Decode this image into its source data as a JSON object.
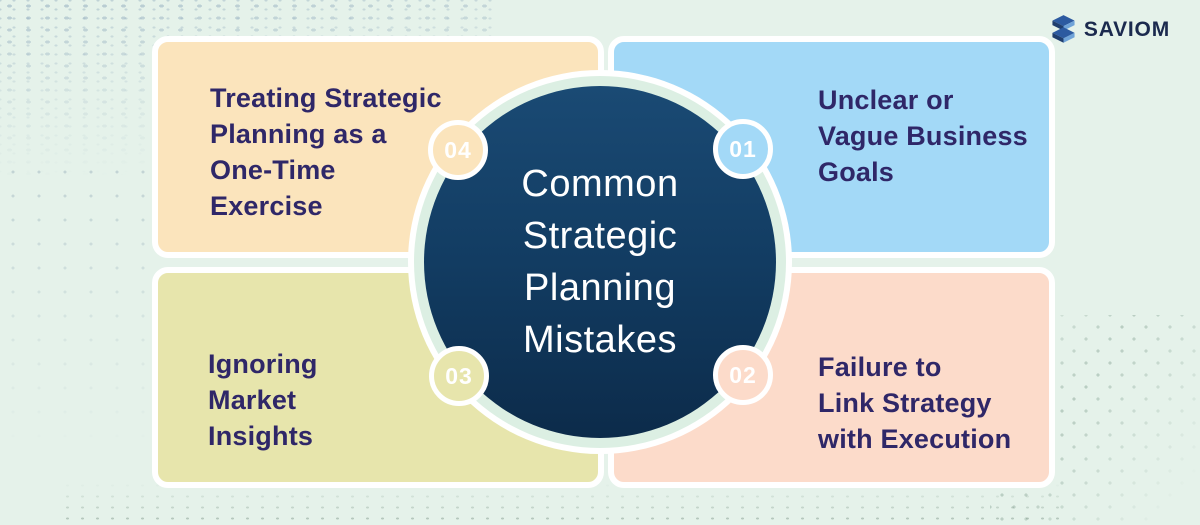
{
  "page": {
    "background_color": "#E5F2EA",
    "ring_color": "#DCEFE3",
    "card_text_color": "#2F2768"
  },
  "logo": {
    "wordmark": "SAVIOM",
    "color": "#1B2A4E",
    "icon": "saviom-s-icon",
    "icon_colors": {
      "dark": "#1F3E6E",
      "mid": "#2C5AA0",
      "light": "#6FA3D8"
    }
  },
  "center": {
    "title": "Common\nStrategic\nPlanning\nMistakes",
    "text_color": "#FFFFFF",
    "bg_gradient_top": "#1A4A74",
    "bg_gradient_bottom": "#0C2B4A"
  },
  "cards": [
    {
      "number": "01",
      "label": "Unclear or\nVague Business\nGoals",
      "bg": "#A3D9F7",
      "position": "top-right"
    },
    {
      "number": "02",
      "label": "Failure to\nLink Strategy\nwith Execution",
      "bg": "#FCDBCA",
      "position": "bottom-right"
    },
    {
      "number": "03",
      "label": "Ignoring\nMarket\nInsights",
      "bg": "#E7E5AC",
      "position": "bottom-left"
    },
    {
      "number": "04",
      "label": "Treating Strategic\nPlanning as a\nOne-Time\nExercise",
      "bg": "#FBE4BC",
      "position": "top-left"
    }
  ]
}
